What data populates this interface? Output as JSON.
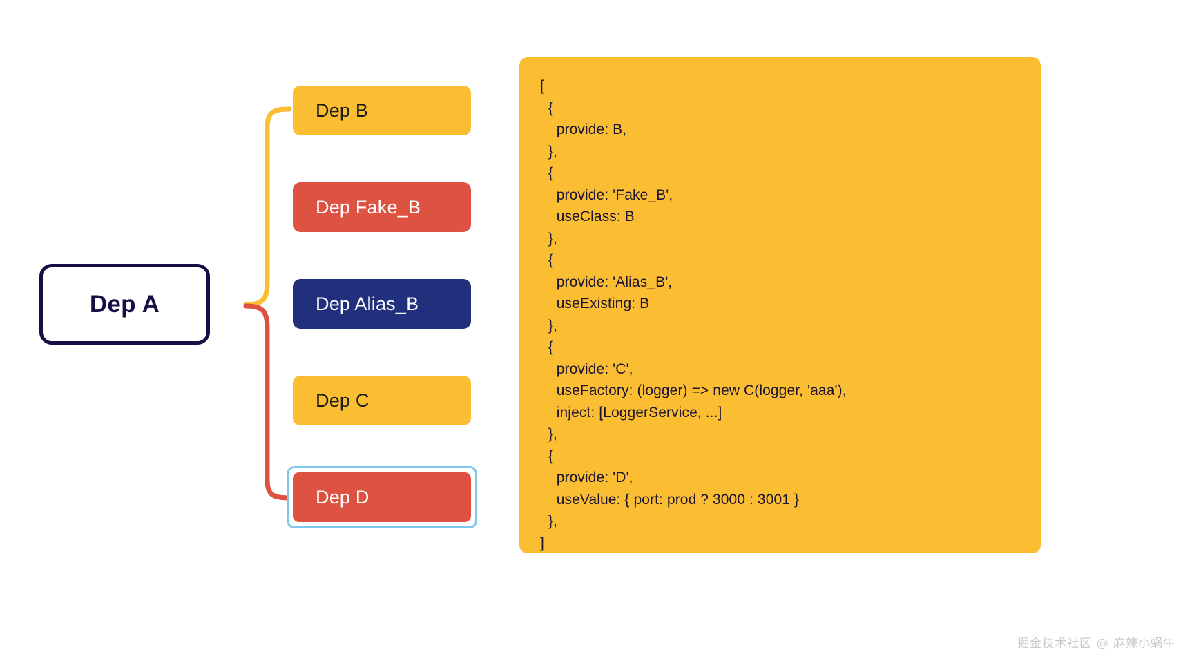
{
  "diagram": {
    "root": {
      "label": "Dep A",
      "border_color": "#141046",
      "text_color": "#141046",
      "background": "#ffffff"
    },
    "nodes": [
      {
        "label": "Dep B",
        "background": "#FBBE33",
        "text_color": "#1b1b1b",
        "selected": false
      },
      {
        "label": "Dep Fake_B",
        "background": "#DE5242",
        "text_color": "#ffffff",
        "selected": false
      },
      {
        "label": "Dep Alias_B",
        "background": "#20307D",
        "text_color": "#ffffff",
        "selected": false
      },
      {
        "label": "Dep C",
        "background": "#FBBE33",
        "text_color": "#1b1b1b",
        "selected": false
      },
      {
        "label": "Dep D",
        "background": "#DE5242",
        "text_color": "#ffffff",
        "selected": true,
        "selection_color": "#7FC6EF"
      }
    ],
    "connectors": [
      {
        "name": "branch-up",
        "color": "#FBBE33",
        "from": "Dep A",
        "to": "Dep B"
      },
      {
        "name": "branch-down",
        "color": "#DE5242",
        "from": "Dep A",
        "to": "Dep D"
      }
    ]
  },
  "code_panel": {
    "background": "#FBBE33",
    "text_color": "#1b1330",
    "code": "[\n  {\n    provide: B,\n  },\n  {\n    provide: 'Fake_B',\n    useClass: B\n  },\n  {\n    provide: 'Alias_B',\n    useExisting: B\n  },\n  {\n    provide: 'C',\n    useFactory: (logger) => new C(logger, 'aaa'),\n    inject: [LoggerService, ...]\n  },\n  {\n    provide: 'D',\n    useValue: { port: prod ? 3000 : 3001 }\n  },\n]"
  },
  "watermark": {
    "text": "掘金技术社区 @ 麻辣小蜗牛"
  }
}
